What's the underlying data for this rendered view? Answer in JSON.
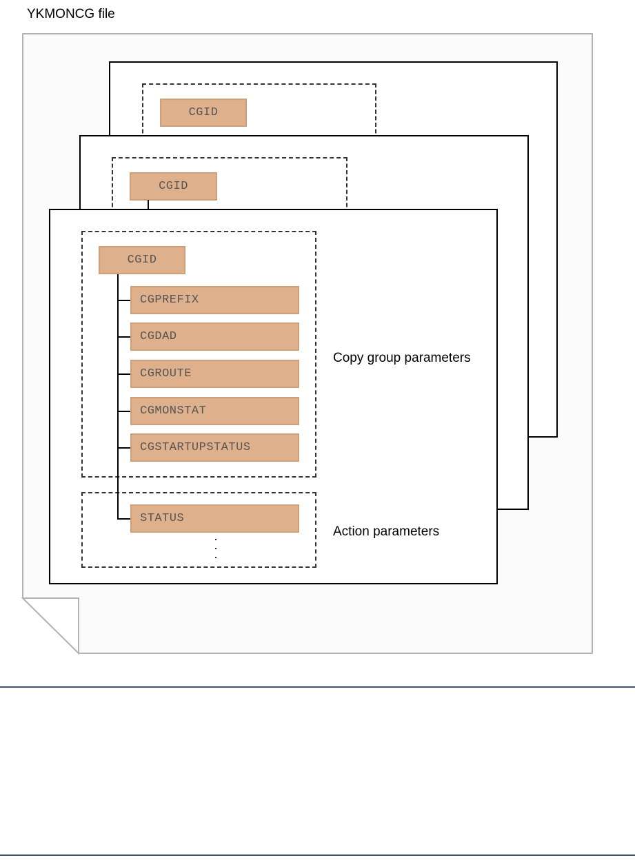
{
  "file": {
    "title": "YKMONCG file"
  },
  "back_card": {
    "id_label": "CGID"
  },
  "middle_card": {
    "id_label": "CGID"
  },
  "front_card": {
    "id_label": "CGID",
    "copy_group_params": [
      "CGPREFIX",
      "CGDAD",
      "CGROUTE",
      "CGMONSTAT",
      "CGSTARTUPSTATUS"
    ],
    "copy_group_label": "Copy group parameters",
    "action_params": [
      "STATUS"
    ],
    "action_label": "Action parameters",
    "ellipsis": ". . ."
  },
  "colors": {
    "param_box": "#deb08c",
    "param_border": "#cfa077",
    "page_background": "#fbfbfb",
    "rule": "#3d5566"
  }
}
